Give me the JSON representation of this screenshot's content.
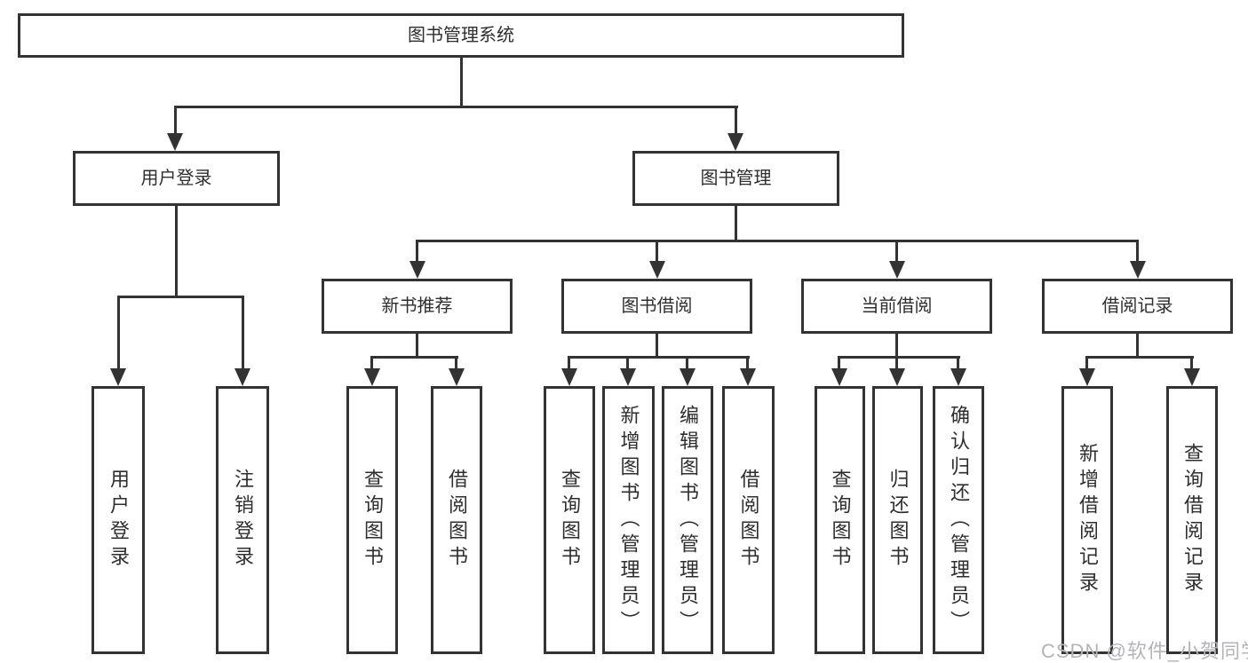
{
  "root": {
    "label": "图书管理系统"
  },
  "branches": [
    {
      "label": "用户登录",
      "children": [
        {
          "label": "用户登录"
        },
        {
          "label": "注销登录"
        }
      ]
    },
    {
      "label": "图书管理",
      "children": [
        {
          "label": "新书推荐",
          "children": [
            {
              "label": "查询图书"
            },
            {
              "label": "借阅图书"
            }
          ]
        },
        {
          "label": "图书借阅",
          "children": [
            {
              "label": "查询图书"
            },
            {
              "label": "新增图书（管理员）"
            },
            {
              "label": "编辑图书（管理员）"
            },
            {
              "label": "借阅图书"
            }
          ]
        },
        {
          "label": "当前借阅",
          "children": [
            {
              "label": "查询图书"
            },
            {
              "label": "归还图书"
            },
            {
              "label": "确认归还（管理员）"
            }
          ]
        },
        {
          "label": "借阅记录",
          "children": [
            {
              "label": "新增借阅记录"
            },
            {
              "label": "查询借阅记录"
            }
          ]
        }
      ]
    }
  ],
  "watermark": "CSDN @软件_小贺同学",
  "colors": {
    "line": "#333333",
    "text": "#2e2e2e",
    "watermark": "#b2b4b8",
    "background": "#ffffff"
  }
}
